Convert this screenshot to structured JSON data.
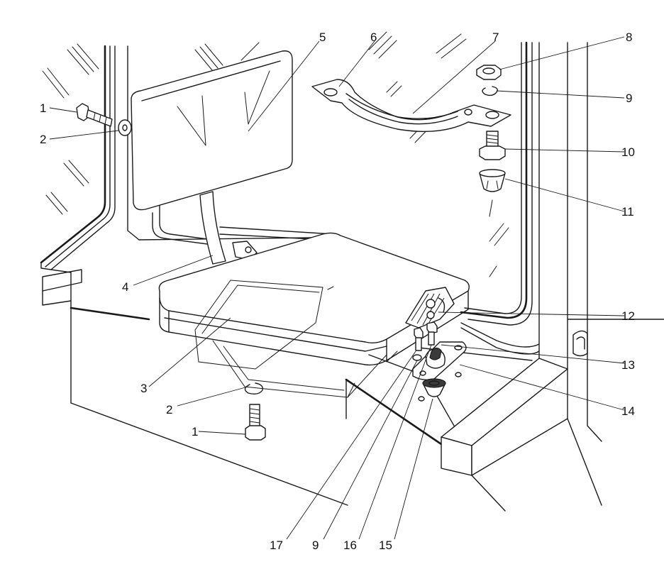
{
  "diagram": {
    "callouts": [
      {
        "id": "c1a",
        "text": "1"
      },
      {
        "id": "c2a",
        "text": "2"
      },
      {
        "id": "c5",
        "text": "5"
      },
      {
        "id": "c6",
        "text": "6"
      },
      {
        "id": "c7",
        "text": "7"
      },
      {
        "id": "c8",
        "text": "8"
      },
      {
        "id": "c9a",
        "text": "9"
      },
      {
        "id": "c10",
        "text": "10"
      },
      {
        "id": "c11",
        "text": "11"
      },
      {
        "id": "c4",
        "text": "4"
      },
      {
        "id": "c12",
        "text": "12"
      },
      {
        "id": "c13",
        "text": "13"
      },
      {
        "id": "c3",
        "text": "3"
      },
      {
        "id": "c14",
        "text": "14"
      },
      {
        "id": "c2b",
        "text": "2"
      },
      {
        "id": "c1b",
        "text": "1"
      },
      {
        "id": "c17",
        "text": "17"
      },
      {
        "id": "c9b",
        "text": "9"
      },
      {
        "id": "c16",
        "text": "16"
      },
      {
        "id": "c15",
        "text": "15"
      }
    ]
  }
}
